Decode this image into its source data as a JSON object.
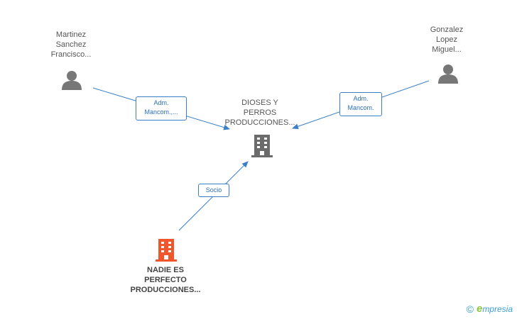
{
  "nodes": {
    "person_left": {
      "label_lines": [
        "Martinez",
        "Sanchez",
        "Francisco..."
      ],
      "icon": "person-icon",
      "color": "#777777"
    },
    "person_right": {
      "label_lines": [
        "Gonzalez",
        "Lopez",
        "Miguel..."
      ],
      "icon": "person-icon",
      "color": "#777777"
    },
    "company_center": {
      "label_lines": [
        "DIOSES Y",
        "PERROS",
        "PRODUCCIONES..."
      ],
      "icon": "building-icon",
      "color": "#6b6b6b"
    },
    "company_bottom": {
      "label_lines": [
        "NADIE ES",
        "PERFECTO",
        "PRODUCCIONES..."
      ],
      "icon": "building-icon",
      "color": "#f0552b"
    }
  },
  "relations": {
    "left_to_center": {
      "label_lines": [
        "Adm.",
        "Mancom.,..."
      ]
    },
    "right_to_center": {
      "label_lines": [
        "Adm.",
        "Mancom."
      ]
    },
    "bottom_to_center": {
      "label_lines": [
        "Socio"
      ]
    }
  },
  "colors": {
    "edge": "#3a7fc8",
    "relation_text": "#2c6fb4",
    "brand_blue": "#3aa0d8",
    "brand_green": "#8cc63f"
  },
  "brand": {
    "copyright": "©",
    "first_letter": "e",
    "rest": "mpresia"
  }
}
